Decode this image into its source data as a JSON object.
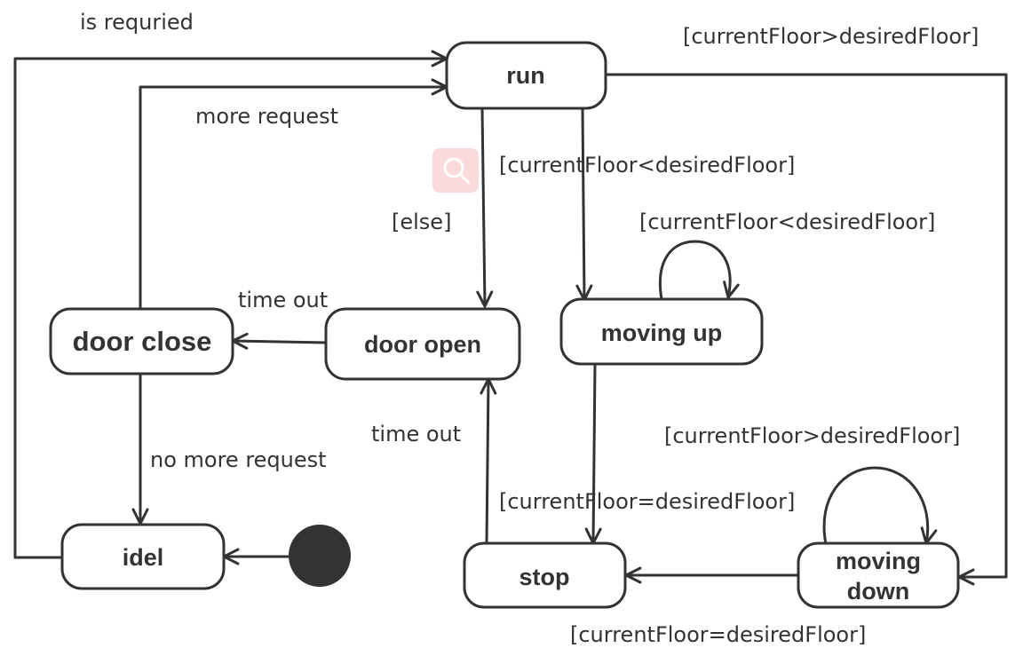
{
  "colors": {
    "stroke": "#333333",
    "background": "#ffffff",
    "initial_node": "#333333",
    "watermark": "#f9d4d4"
  },
  "states": {
    "run": "run",
    "door_close": "door close",
    "door_open": "door open",
    "moving_up": "moving up",
    "idel": "idel",
    "stop": "stop",
    "moving_down_line1": "moving",
    "moving_down_line2": "down"
  },
  "labels": {
    "is_required": "is requried",
    "more_request": "more request",
    "else": "[else]",
    "time_out_left": "time out",
    "time_out_stop": "time out",
    "no_more_request": "no more request",
    "guard_run_down": "[currentFloor>desiredFloor]",
    "guard_run_up": "[currentFloor<desiredFloor]",
    "guard_up_self": "[currentFloor<desiredFloor]",
    "guard_down_self": "[currentFloor>desiredFloor]",
    "guard_up_stop": "[currentFloor=desiredFloor]",
    "guard_down_stop": "[currentFloor=desiredFloor]"
  },
  "icons": {
    "watermark": "magnifier-icon",
    "initial": "initial-state-dot"
  }
}
